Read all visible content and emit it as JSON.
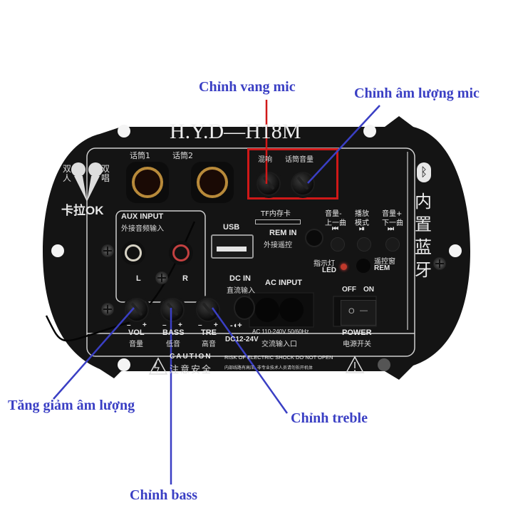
{
  "model": "H.Y.D—H18M",
  "karaoke_logo": {
    "left": "双人",
    "right": "双唱",
    "bottom": "卡拉OK"
  },
  "mic_inputs": [
    "话筒1",
    "话筒2"
  ],
  "mic_controls": {
    "echo": "混响",
    "mic_volume": "话筒音量"
  },
  "aux": {
    "title": "AUX INPUT",
    "subtitle": "外接音频输入",
    "left": "L",
    "right": "R"
  },
  "usb": "USB",
  "tf": "TF内存卡",
  "rem_in": {
    "title": "REM IN",
    "subtitle": "外接遥控"
  },
  "media_buttons": [
    {
      "line1": "音量-",
      "line2": "上一曲",
      "glyph": "⏮"
    },
    {
      "line1": "播放",
      "line2": "模式",
      "glyph": "⏯"
    },
    {
      "line1": "音量+",
      "line2": "下一曲",
      "glyph": "⏭"
    }
  ],
  "led": {
    "cn": "指示灯",
    "en": "LED"
  },
  "remote_window": {
    "cn": "遥控窗",
    "en": "REM"
  },
  "bluetooth": {
    "icon": "bluetooth-icon",
    "label": [
      "内",
      "置",
      "蓝",
      "牙"
    ]
  },
  "dc_in": {
    "title": "DC IN",
    "subtitle": "直流输入",
    "polarity": "-◖+",
    "range": "DC12-24V"
  },
  "ac_input": {
    "title": "AC INPUT",
    "spec": "AC 110-240V 50/60Hz",
    "subtitle": "交流输入口"
  },
  "power": {
    "off": "OFF",
    "on": "ON",
    "title": "POWER",
    "subtitle": "电源开关",
    "symbol_off": "O",
    "symbol_on": "—"
  },
  "knobs": [
    {
      "en": "VOL",
      "cn": "音量",
      "minus": "–",
      "plus": "+"
    },
    {
      "en": "BASS",
      "cn": "低音",
      "minus": "–",
      "plus": "+"
    },
    {
      "en": "TRE",
      "cn": "高音",
      "minus": "–",
      "plus": "+"
    }
  ],
  "caution": {
    "title": "CAUTION",
    "cn": "注意安全",
    "risk": "RISK OF ELECTRIC SHOCK DO NOT OPEN",
    "risk_cn": "内部线路有高压, 非专业技术人员请勿拆开机体"
  },
  "callouts": {
    "echo": "Chỉnh vang mic",
    "mic_volume": "Chỉnh âm lượng mic",
    "volume": "Tăng giảm âm lượng",
    "bass": "Chỉnh bass",
    "treble": "Chỉnh treble"
  },
  "colors": {
    "callout_blue": "#3a3fc4",
    "highlight_red": "#d01818",
    "plate": "#151515"
  }
}
